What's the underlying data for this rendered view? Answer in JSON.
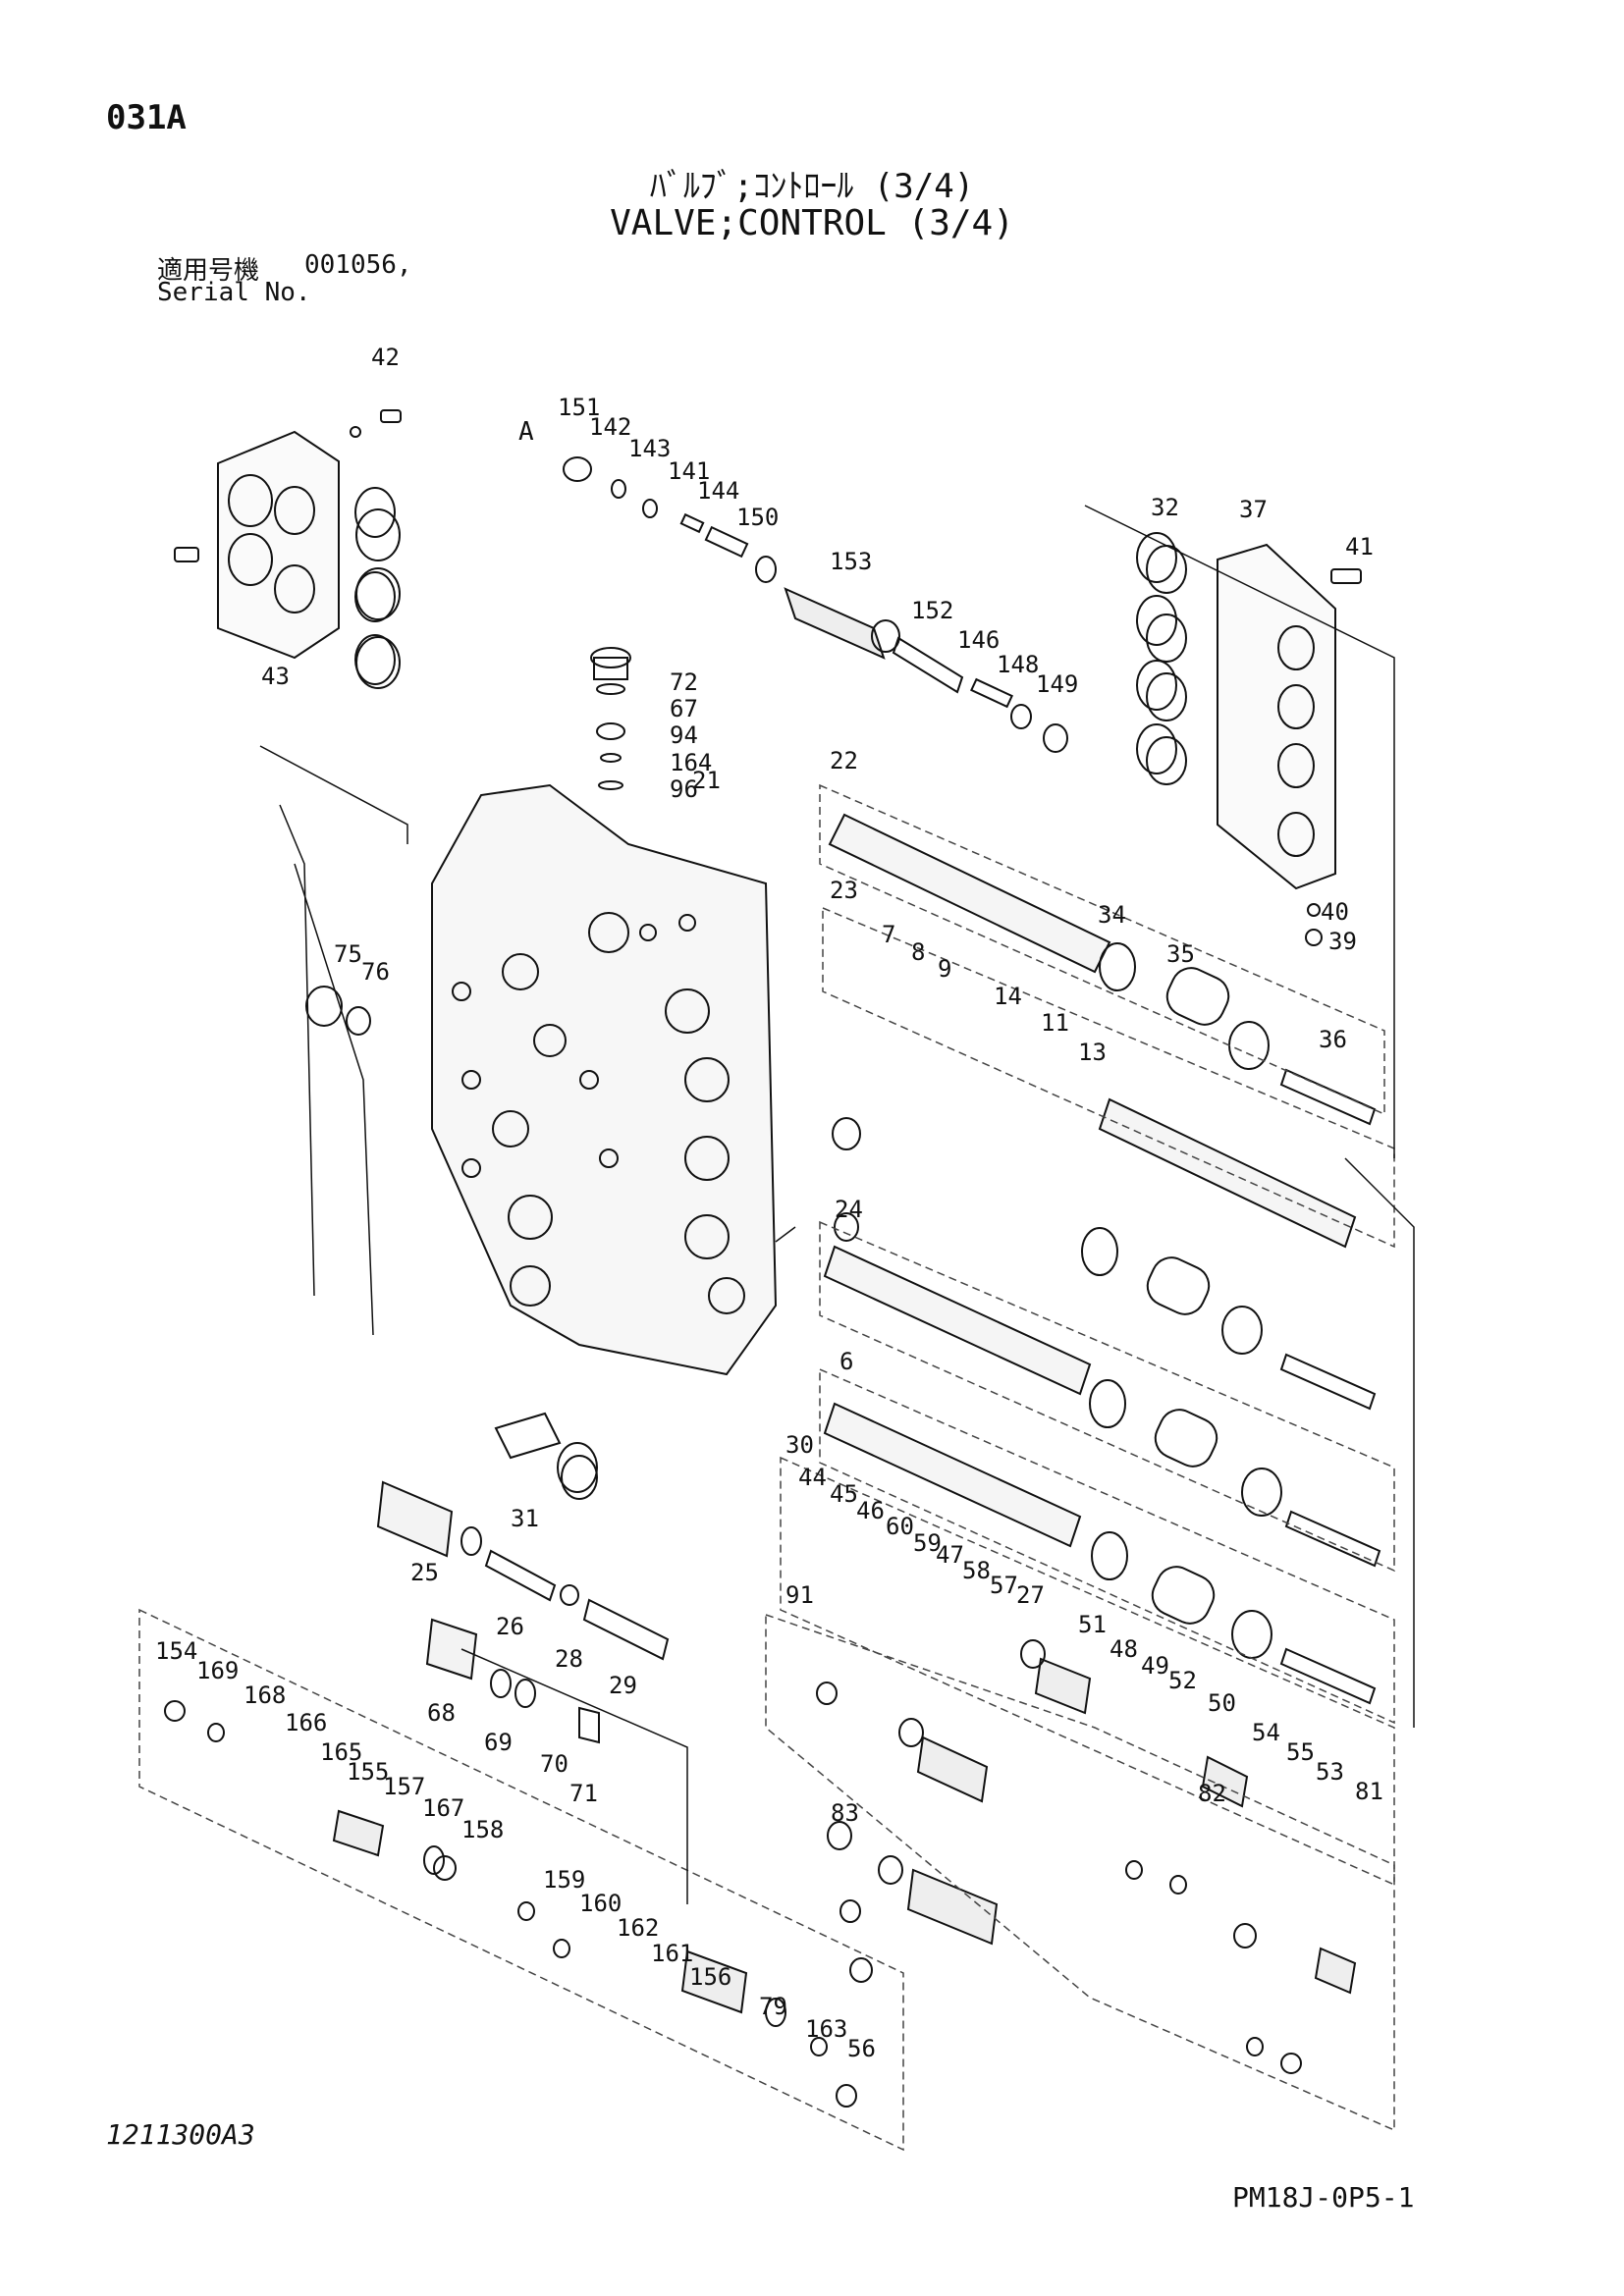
{
  "header": {
    "page_code": "031A",
    "title_jp": "ﾊﾞﾙﾌﾞ;ｺﾝﾄﾛｰﾙ (3/4)",
    "title_en": "VALVE;CONTROL (3/4)",
    "serial_label_jp": "適用号機",
    "serial_value": "001056,",
    "serial_label_en": "Serial No."
  },
  "footer": {
    "drawing_number": "1211300A3",
    "page_reference": "PM18J-0P5-1"
  },
  "callouts": [
    "21",
    "22",
    "23",
    "24",
    "6",
    "30",
    "91",
    "A",
    "32",
    "37",
    "41",
    "40",
    "39",
    "42",
    "43",
    "151",
    "142",
    "143",
    "141",
    "144",
    "150",
    "153",
    "152",
    "146",
    "148",
    "149",
    "72",
    "67",
    "94",
    "164",
    "96",
    "75",
    "76",
    "7",
    "8",
    "9",
    "14",
    "11",
    "13",
    "34",
    "35",
    "36",
    "44",
    "45",
    "46",
    "60",
    "59",
    "47",
    "58",
    "57",
    "27",
    "25",
    "26",
    "28",
    "29",
    "31",
    "68",
    "69",
    "70",
    "71",
    "154",
    "169",
    "168",
    "166",
    "165",
    "155",
    "157",
    "167",
    "158",
    "159",
    "160",
    "162",
    "161",
    "156",
    "79",
    "163",
    "56",
    "51",
    "48",
    "49",
    "52",
    "50",
    "54",
    "55",
    "53",
    "81",
    "82",
    "83"
  ]
}
